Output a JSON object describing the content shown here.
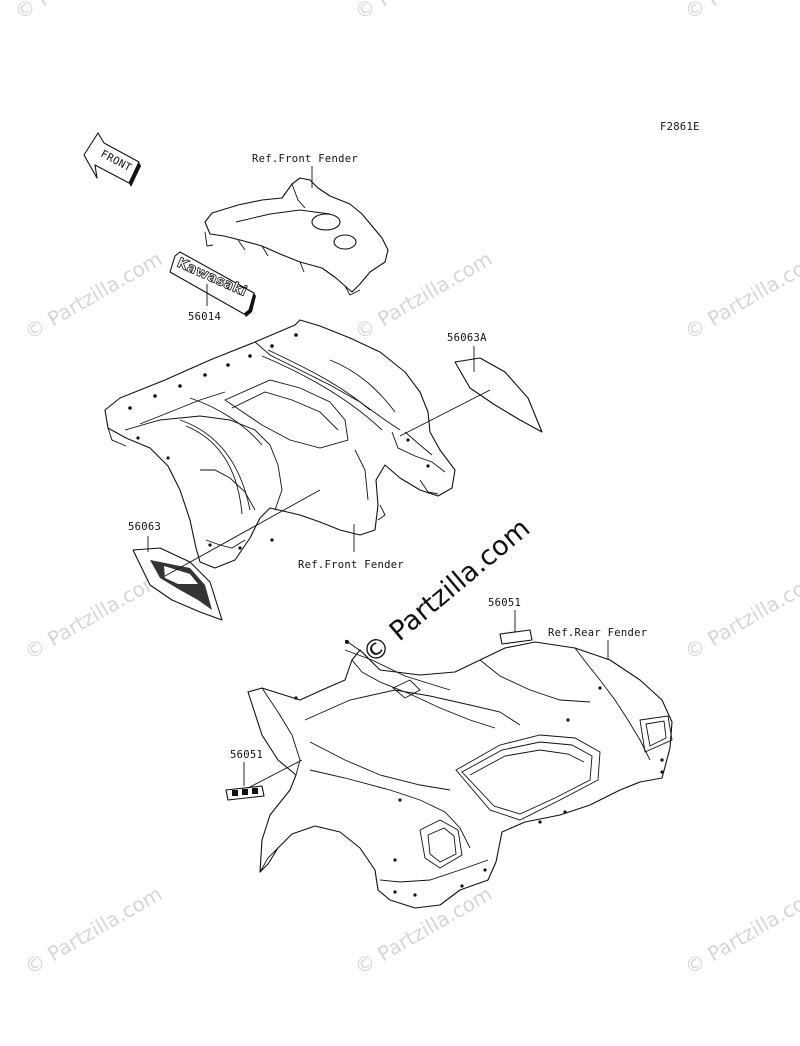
{
  "figure_code": "F2861E",
  "front_arrow": "FRONT",
  "callouts": {
    "ref_front_fender_top": "Ref.Front Fender",
    "part_56014": "56014",
    "part_56063A": "56063A",
    "part_56063": "56063",
    "ref_front_fender_mid": "Ref.Front Fender",
    "part_56051_top": "56051",
    "ref_rear_fender": "Ref.Rear Fender",
    "part_56051_bottom": "56051"
  },
  "emblem_text": "Kawasaki",
  "watermark": {
    "small": "© Partzilla.com",
    "center": "© Partzilla.com"
  }
}
